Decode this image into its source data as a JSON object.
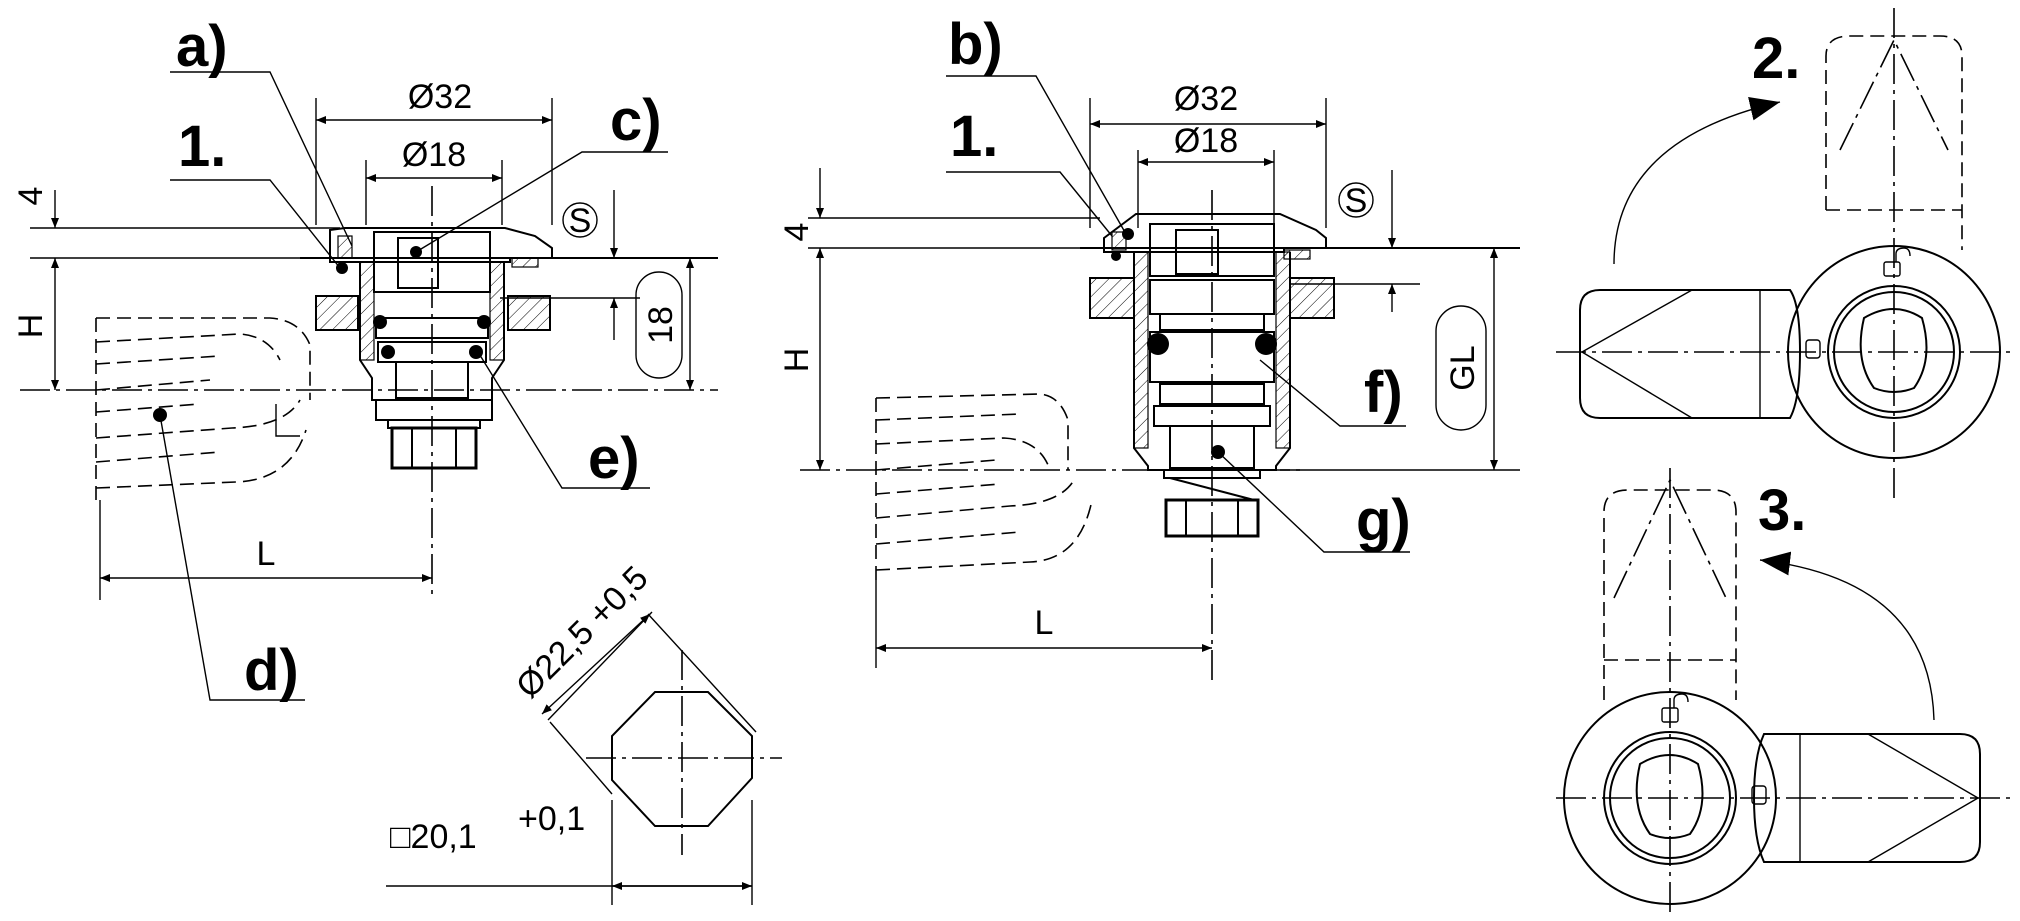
{
  "labels": {
    "a": "a)",
    "b": "b)",
    "c": "c)",
    "d": "d)",
    "e": "e)",
    "f": "f)",
    "g": "g)",
    "step1": "1.",
    "step2": "2.",
    "step3": "3."
  },
  "dimensions": {
    "d32": "Ø32",
    "d18": "Ø18",
    "four": "4",
    "h": "H",
    "l": "L",
    "s": "S",
    "eighteen": "18",
    "gl": "GL",
    "cutout_diameter": "Ø22,5 +0,5",
    "cutout_square": "□20,1",
    "cutout_square_tol": "+0,1"
  }
}
